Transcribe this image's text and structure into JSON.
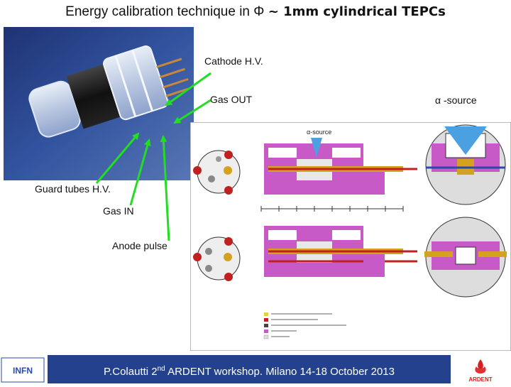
{
  "title": {
    "part1": "Energy calibration technique in Φ ",
    "part2": "~ 1mm cylindrical TEPCs"
  },
  "labels": {
    "cathode_hv": "Cathode H.V.",
    "gas_out": "Gas OUT",
    "alpha_source": "α -source",
    "alpha_source_small": "α-source",
    "guard_tubes_hv": "Guard tubes H.V.",
    "gas_in": "Gas IN",
    "anode_pulse": "Anode pulse"
  },
  "footer": {
    "text_before": "P.Colautti 2",
    "superscript": "nd",
    "text_after": " ARDENT workshop. Milano 14-18 October 2013",
    "left_logo_text": "INFN",
    "right_logo_text": "ARDENT"
  },
  "colors": {
    "arrow": "#22dd22",
    "magenta": "#c85ac8",
    "brass": "#d4a21e",
    "red": "#c02020",
    "footer_bar": "#23418c"
  }
}
